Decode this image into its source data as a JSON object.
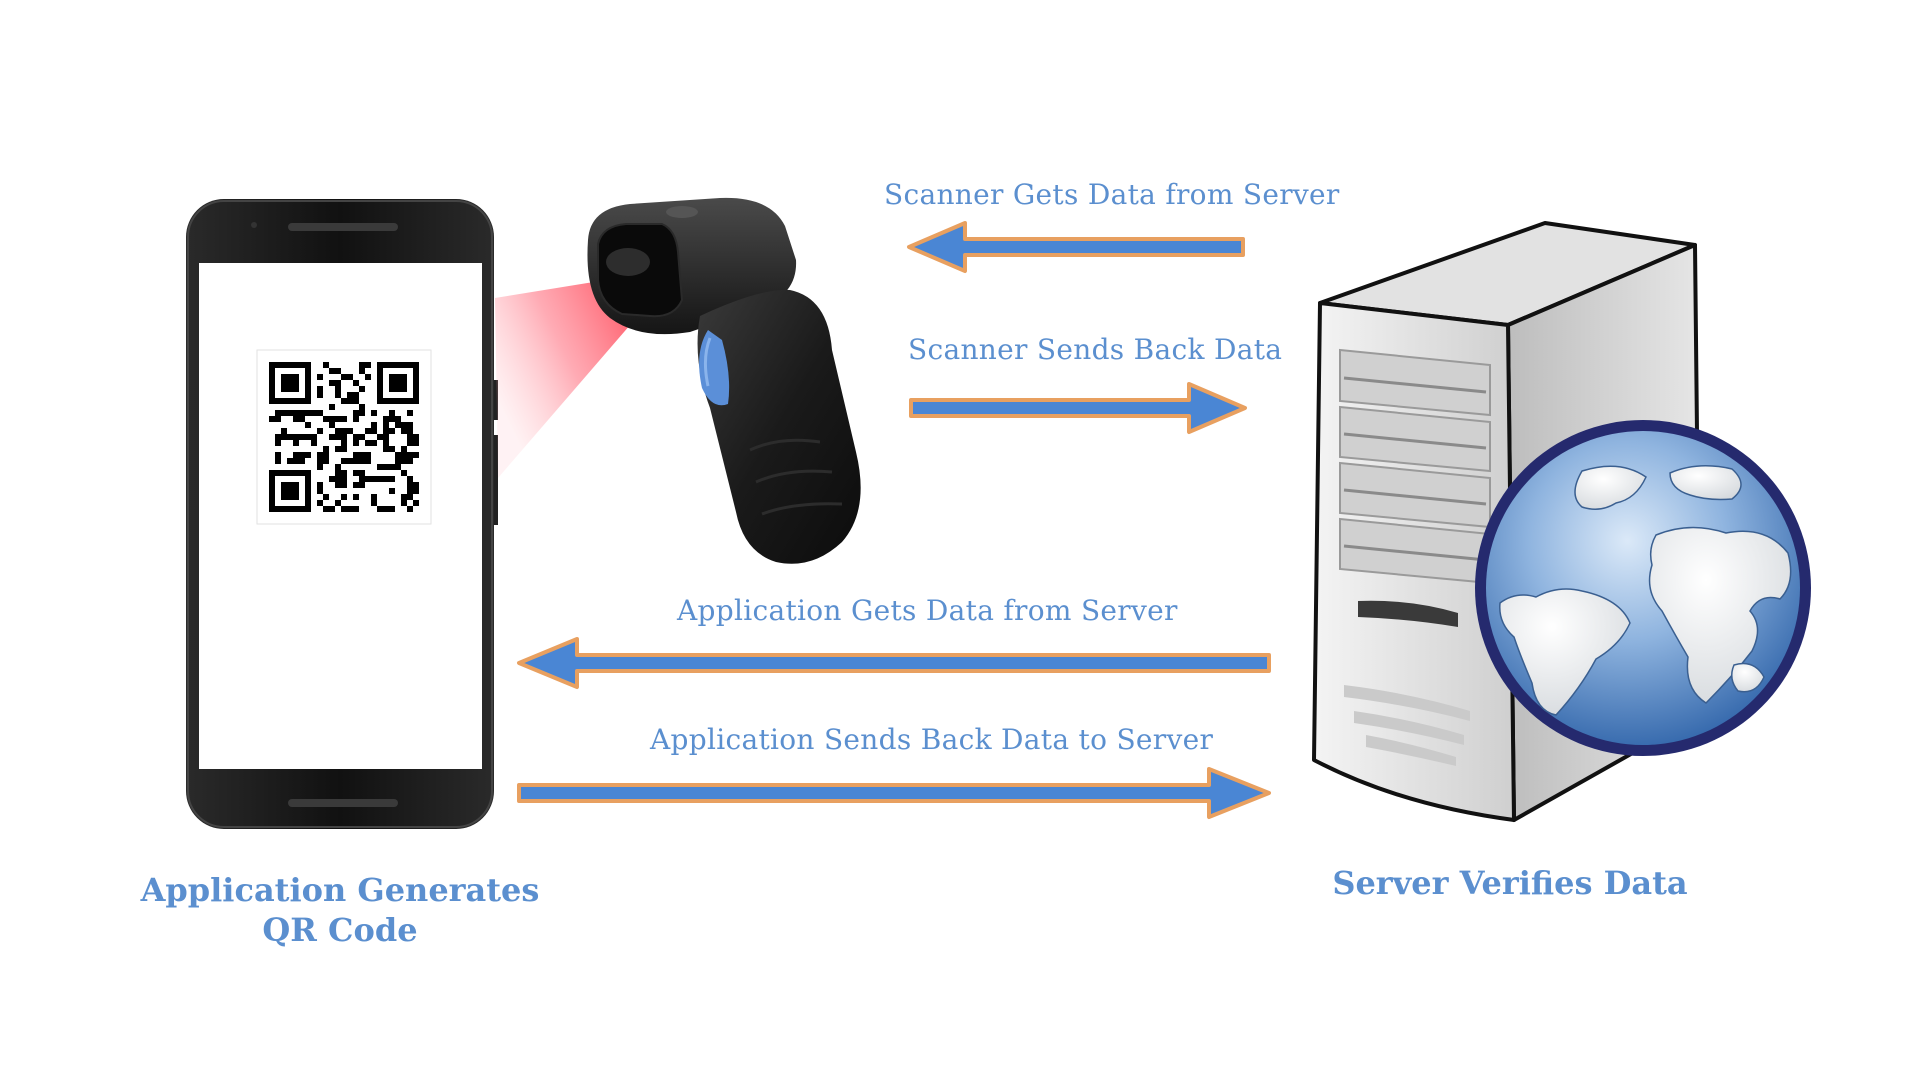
{
  "flows": {
    "scanner_gets": "Scanner Gets Data from Server",
    "scanner_sends": "Scanner Sends Back Data",
    "app_gets": "Application Gets Data from Server",
    "app_sends": "Application Sends Back Data to Server"
  },
  "captions": {
    "app_line1": "Application Generates",
    "app_line2": "QR Code",
    "server": "Server Verifies Data"
  },
  "colors": {
    "label_blue": "#5b8fcf",
    "arrow_fill": "#4a86d4",
    "arrow_edge": "#e8a060",
    "laser_red": "#ff3344"
  },
  "icons": [
    "smartphone-icon",
    "qr-code-icon",
    "barcode-scanner-icon",
    "server-tower-icon",
    "globe-icon"
  ]
}
